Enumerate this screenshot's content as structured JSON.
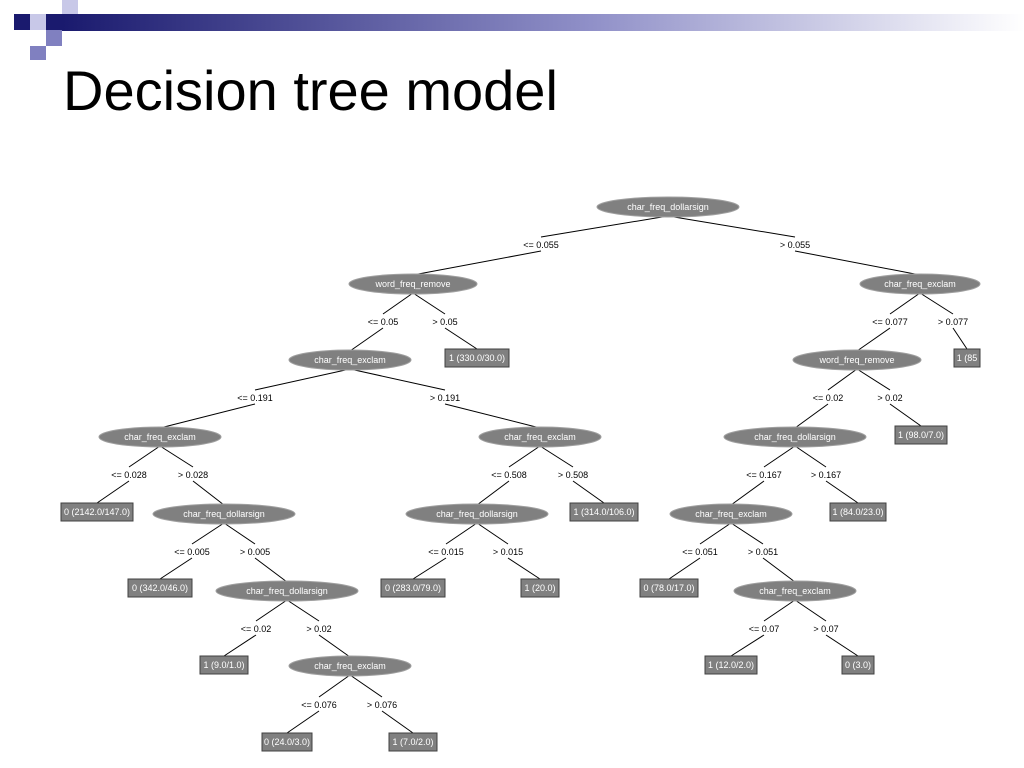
{
  "slide": {
    "title": "Decision tree model",
    "accent_colors": [
      "#1a1a6e",
      "#8080c0",
      "#c8c8e8"
    ]
  },
  "tree": {
    "nodes": [
      {
        "id": "n0",
        "label": "char_freq_dollarsign"
      },
      {
        "id": "n1",
        "label": "word_freq_remove"
      },
      {
        "id": "n2",
        "label": "char_freq_exclam"
      },
      {
        "id": "n3",
        "label": "char_freq_exclam"
      },
      {
        "id": "n4",
        "label": "char_freq_dollarsign"
      },
      {
        "id": "n5",
        "label": "char_freq_dollarsign"
      },
      {
        "id": "n6",
        "label": "char_freq_exclam"
      },
      {
        "id": "n7",
        "label": "char_freq_exclam"
      },
      {
        "id": "n8",
        "label": "char_freq_dollarsign"
      },
      {
        "id": "n9",
        "label": "char_freq_exclam"
      },
      {
        "id": "n10",
        "label": "word_freq_remove"
      },
      {
        "id": "n11",
        "label": "char_freq_dollarsign"
      },
      {
        "id": "n12",
        "label": "char_freq_exclam"
      },
      {
        "id": "n13",
        "label": "char_freq_exclam"
      }
    ],
    "leaves": [
      {
        "id": "l0",
        "label": "1 (330.0/30.0)"
      },
      {
        "id": "l1",
        "label": "0 (2142.0/147.0)"
      },
      {
        "id": "l2",
        "label": "0 (342.0/46.0)"
      },
      {
        "id": "l3",
        "label": "1 (9.0/1.0)"
      },
      {
        "id": "l4",
        "label": "0 (24.0/3.0)"
      },
      {
        "id": "l5",
        "label": "1 (7.0/2.0)"
      },
      {
        "id": "l6",
        "label": "1 (314.0/106.0)"
      },
      {
        "id": "l7",
        "label": "0 (283.0/79.0)"
      },
      {
        "id": "l8",
        "label": "1 (20.0)"
      },
      {
        "id": "l9",
        "label": "1 (85"
      },
      {
        "id": "l10",
        "label": "1 (98.0/7.0)"
      },
      {
        "id": "l11",
        "label": "1 (84.0/23.0)"
      },
      {
        "id": "l12",
        "label": "0 (78.0/17.0)"
      },
      {
        "id": "l13",
        "label": "1 (12.0/2.0)"
      },
      {
        "id": "l14",
        "label": "0 (3.0)"
      }
    ],
    "edges": [
      {
        "from": "n0",
        "to": "n1",
        "label": "<= 0.055"
      },
      {
        "from": "n0",
        "to": "n10",
        "label": "> 0.055"
      },
      {
        "from": "n1",
        "to": "n2",
        "label": "<= 0.05"
      },
      {
        "from": "n1",
        "to": "l0",
        "label": "> 0.05"
      },
      {
        "from": "n2",
        "to": "n3",
        "label": "<= 0.191"
      },
      {
        "from": "n2",
        "to": "n7",
        "label": "> 0.191"
      },
      {
        "from": "n3",
        "to": "l1",
        "label": "<= 0.028"
      },
      {
        "from": "n3",
        "to": "n4",
        "label": "> 0.028"
      },
      {
        "from": "n4",
        "to": "l2",
        "label": "<= 0.005"
      },
      {
        "from": "n4",
        "to": "n5",
        "label": "> 0.005"
      },
      {
        "from": "n5",
        "to": "l3",
        "label": "<= 0.02"
      },
      {
        "from": "n5",
        "to": "n6",
        "label": "> 0.02"
      },
      {
        "from": "n6",
        "to": "l4",
        "label": "<= 0.076"
      },
      {
        "from": "n6",
        "to": "l5",
        "label": "> 0.076"
      },
      {
        "from": "n7",
        "to": "n8",
        "label": "<= 0.508"
      },
      {
        "from": "n7",
        "to": "l6",
        "label": "> 0.508"
      },
      {
        "from": "n8",
        "to": "l7",
        "label": "<= 0.015"
      },
      {
        "from": "n8",
        "to": "l8",
        "label": "> 0.015"
      },
      {
        "from": "n9",
        "to": "n10",
        "label": "<= 0.077"
      },
      {
        "from": "n9",
        "to": "l9",
        "label": "> 0.077"
      },
      {
        "from": "n10",
        "to": "n11",
        "label": "<= 0.02"
      },
      {
        "from": "n10",
        "to": "l10",
        "label": "> 0.02"
      },
      {
        "from": "n11",
        "to": "n12",
        "label": "<= 0.167"
      },
      {
        "from": "n11",
        "to": "l11",
        "label": "> 0.167"
      },
      {
        "from": "n12",
        "to": "l12",
        "label": "<= 0.051"
      },
      {
        "from": "n12",
        "to": "n13",
        "label": "> 0.051"
      },
      {
        "from": "n13",
        "to": "l13",
        "label": "<= 0.07"
      },
      {
        "from": "n13",
        "to": "l14",
        "label": "> 0.07"
      }
    ]
  }
}
